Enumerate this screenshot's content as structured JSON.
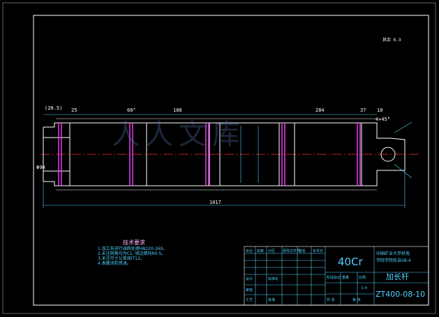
{
  "drawing": {
    "material": "40Cr",
    "part_name": "加长杆",
    "drawing_no": "ZT400-08-10",
    "company_line1": "中国矿业大学机电",
    "company_line2": "学院学院机自08-4",
    "roughness_note": "其余",
    "roughness_value": "6.3"
  },
  "notes": {
    "title": "技术要求",
    "lines": [
      "1.加工前进行调质处理HB220-260。",
      "2.未注倒角均为C1, 锐边倒钝R0.5。",
      "3.未注尺寸公差按IT12。",
      "4.表面涂防锈油。"
    ]
  },
  "dimensions": {
    "d_left": "(20.5)",
    "d_25": "25",
    "d_60": "60°",
    "d_188": "188",
    "d_284": "284",
    "d_37": "37",
    "d_10": "10",
    "d_angle": "4×45°",
    "d_total": "1017",
    "d_phi": "Φ90"
  },
  "title_block": {
    "r1": [
      "标记",
      "处数",
      "分区",
      "更改文件号",
      "签名",
      "年月日"
    ],
    "r2": [
      "设计",
      "",
      "标准化",
      "",
      "阶段标记",
      "重量",
      "比例"
    ],
    "r3": [
      "审核",
      ""
    ],
    "r4": [
      "工艺",
      "",
      "批准",
      ""
    ],
    "small": [
      "共 张",
      "第 张",
      "1:4"
    ]
  },
  "colors": {
    "frame": "#ffffff",
    "part": "#ffffff",
    "center": "#ff3030",
    "dim": "#4fd2ff",
    "table": "#4fd2ff"
  }
}
